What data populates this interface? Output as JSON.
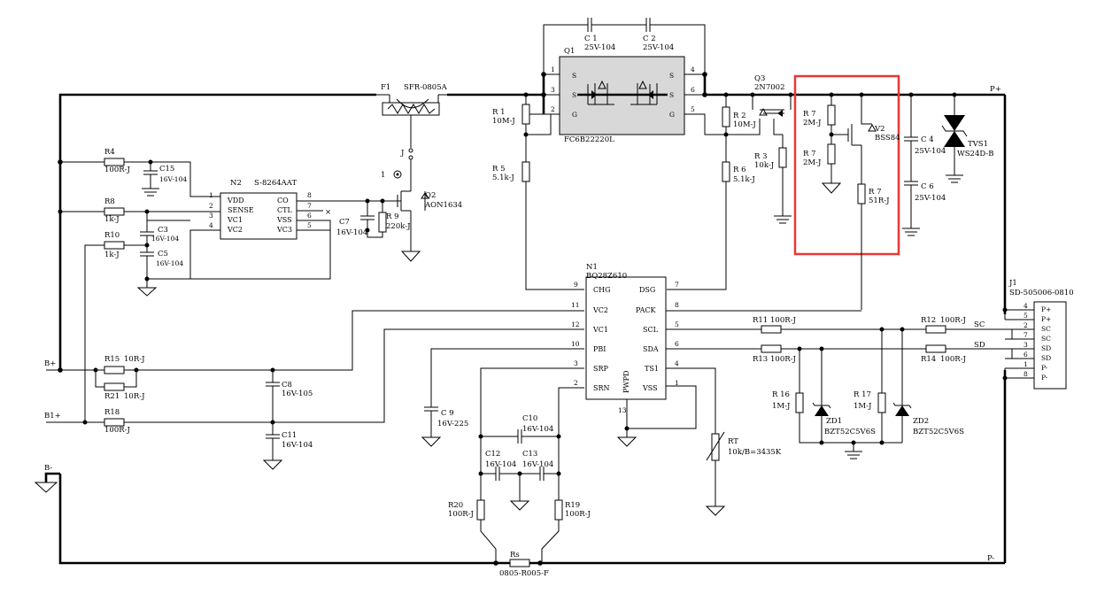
{
  "nets": {
    "p_plus": "P+",
    "p_minus": "P-",
    "b_plus": "B+",
    "b1_plus": "B1+",
    "b_minus": "B-",
    "sc": "SC",
    "sd": "SD"
  },
  "resistors": {
    "R1": {
      "ref": "R 1",
      "val": "10M-J"
    },
    "R2": {
      "ref": "R 2",
      "val": "10M-J"
    },
    "R3": {
      "ref": "R 3",
      "val": "10k-J"
    },
    "R4": {
      "ref": "R4",
      "val": "100R-J"
    },
    "R5": {
      "ref": "R 5",
      "val": "5.1k-J"
    },
    "R6": {
      "ref": "R 6",
      "val": "5.1k-J"
    },
    "R7a": {
      "ref": "R 7",
      "val": "2M-J"
    },
    "R7b": {
      "ref": "R 7",
      "val": "2M-J"
    },
    "R7c": {
      "ref": "R 7",
      "val": "51R-J"
    },
    "R8": {
      "ref": "R8",
      "val": "1k-J"
    },
    "R9": {
      "ref": "R 9",
      "val": "220k-J"
    },
    "R10": {
      "ref": "R10",
      "val": "1k-J"
    },
    "R11": {
      "ref": "R11",
      "val": "100R-J"
    },
    "R12": {
      "ref": "R12",
      "val": "100R-J"
    },
    "R13": {
      "ref": "R13",
      "val": "100R-J"
    },
    "R14": {
      "ref": "R14",
      "val": "100R-J"
    },
    "R15": {
      "ref": "R15",
      "val": "10R-J"
    },
    "R16": {
      "ref": "R 16",
      "val": "1M-J"
    },
    "R17": {
      "ref": "R 17",
      "val": "1M-J"
    },
    "R18": {
      "ref": "R18",
      "val": "100R-J"
    },
    "R19": {
      "ref": "R19",
      "val": "100R-J"
    },
    "R20": {
      "ref": "R20",
      "val": "100R-J"
    },
    "R21": {
      "ref": "R21",
      "val": "10R-J"
    },
    "Rs": {
      "ref": "Rs",
      "val": "0805-R005-F"
    },
    "RT": {
      "ref": "RT",
      "val": "10k/B=3435K"
    }
  },
  "capacitors": {
    "C1": {
      "ref": "C 1",
      "val": "25V-104"
    },
    "C2": {
      "ref": "C 2",
      "val": "25V-104"
    },
    "C3": {
      "ref": "C3",
      "val": "16V-104"
    },
    "C4": {
      "ref": "C 4",
      "val": "25V-104"
    },
    "C5": {
      "ref": "C5",
      "val": "16V-104"
    },
    "C6": {
      "ref": "C 6",
      "val": "25V-104"
    },
    "C7": {
      "ref": "C7",
      "val": "16V-104"
    },
    "C8": {
      "ref": "C8",
      "val": "16V-105"
    },
    "C9": {
      "ref": "C 9",
      "val": "16V-225"
    },
    "C10": {
      "ref": "C10",
      "val": "16V-104"
    },
    "C11": {
      "ref": "C11",
      "val": "16V-104"
    },
    "C12": {
      "ref": "C12",
      "val": "16V-104"
    },
    "C13": {
      "ref": "C13",
      "val": "16V-104"
    },
    "C15": {
      "ref": "C15",
      "val": "16V-104"
    }
  },
  "semis": {
    "Q1": {
      "ref": "Q1",
      "val": "FC6B22220L"
    },
    "Q2": {
      "ref": "Q2",
      "val": "AON1634"
    },
    "Q3": {
      "ref": "Q3",
      "val": "2N7002"
    },
    "V2": {
      "ref": "V2",
      "val": "BSS84"
    },
    "TVS1": {
      "ref": "TVS1",
      "val": "WS24D-B"
    },
    "ZD1": {
      "ref": "ZD1",
      "val": "BZT52C5V6S"
    },
    "ZD2": {
      "ref": "ZD2",
      "val": "BZT52C5V6S"
    },
    "F1": {
      "ref": "F1",
      "val": "SFR-0805A"
    }
  },
  "N2": {
    "ref": "N2",
    "val": "S-8264AAT",
    "left": [
      {
        "num": "1",
        "name": "VDD"
      },
      {
        "num": "2",
        "name": "SENSE"
      },
      {
        "num": "3",
        "name": "VC1"
      },
      {
        "num": "4",
        "name": "VC2"
      }
    ],
    "right": [
      {
        "num": "8",
        "name": "CO"
      },
      {
        "num": "7",
        "name": "CTL"
      },
      {
        "num": "6",
        "name": "VSS"
      },
      {
        "num": "5",
        "name": "VC3"
      }
    ]
  },
  "N1": {
    "ref": "N1",
    "val": "BQ28Z610",
    "center": "PWPD",
    "bottom_pin": "13",
    "left": [
      {
        "num": "9",
        "name": "CHG"
      },
      {
        "num": "11",
        "name": "VC2"
      },
      {
        "num": "12",
        "name": "VC1"
      },
      {
        "num": "10",
        "name": "PBI"
      },
      {
        "num": "3",
        "name": "SRP"
      },
      {
        "num": "2",
        "name": "SRN"
      }
    ],
    "right": [
      {
        "num": "7",
        "name": "DSG"
      },
      {
        "num": "8",
        "name": "PACK"
      },
      {
        "num": "5",
        "name": "SCL"
      },
      {
        "num": "6",
        "name": "SDA"
      },
      {
        "num": "4",
        "name": "TS1"
      },
      {
        "num": "1",
        "name": "VSS"
      }
    ]
  },
  "Q1_pins": {
    "left": [
      {
        "num": "1",
        "name": "S"
      },
      {
        "num": "3",
        "name": "S"
      },
      {
        "num": "2",
        "name": "G"
      }
    ],
    "right": [
      {
        "num": "4",
        "name": "S"
      },
      {
        "num": "6",
        "name": "S"
      },
      {
        "num": "5",
        "name": "G"
      }
    ]
  },
  "J1": {
    "ref": "J1",
    "val": "SD-505006-0810",
    "pins": [
      {
        "num": "4",
        "name": "P+"
      },
      {
        "num": "5",
        "name": "P+"
      },
      {
        "num": "2",
        "name": "SC"
      },
      {
        "num": "7",
        "name": "SC"
      },
      {
        "num": "3",
        "name": "SD"
      },
      {
        "num": "6",
        "name": "SD"
      },
      {
        "num": "1",
        "name": "P-"
      },
      {
        "num": "8",
        "name": "P-"
      }
    ]
  },
  "misc": {
    "j_label": "J",
    "one_label": "1",
    "x_mark": "×"
  },
  "colors": {
    "wire": "#000000",
    "highlight": "#e53935",
    "background": "#ffffff"
  }
}
